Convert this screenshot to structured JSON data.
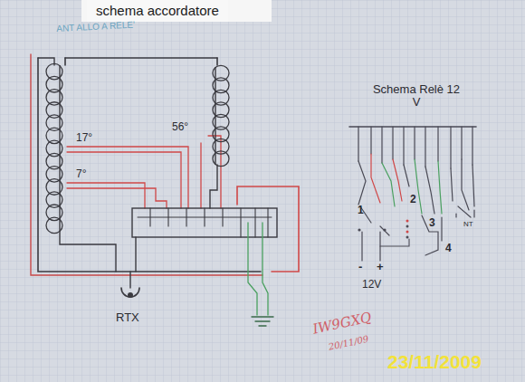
{
  "diagram": {
    "title": "schema accordatore",
    "labels": [
      "ANT ALLO A RELE'",
      "Schema Relè 12 V",
      "17°",
      "7°",
      "56°",
      "RTX",
      "1",
      "2",
      "3",
      "4",
      "NT",
      "-",
      "+",
      "12V",
      "IW9GXQ",
      "20/11/09",
      "23/11/2009"
    ]
  }
}
